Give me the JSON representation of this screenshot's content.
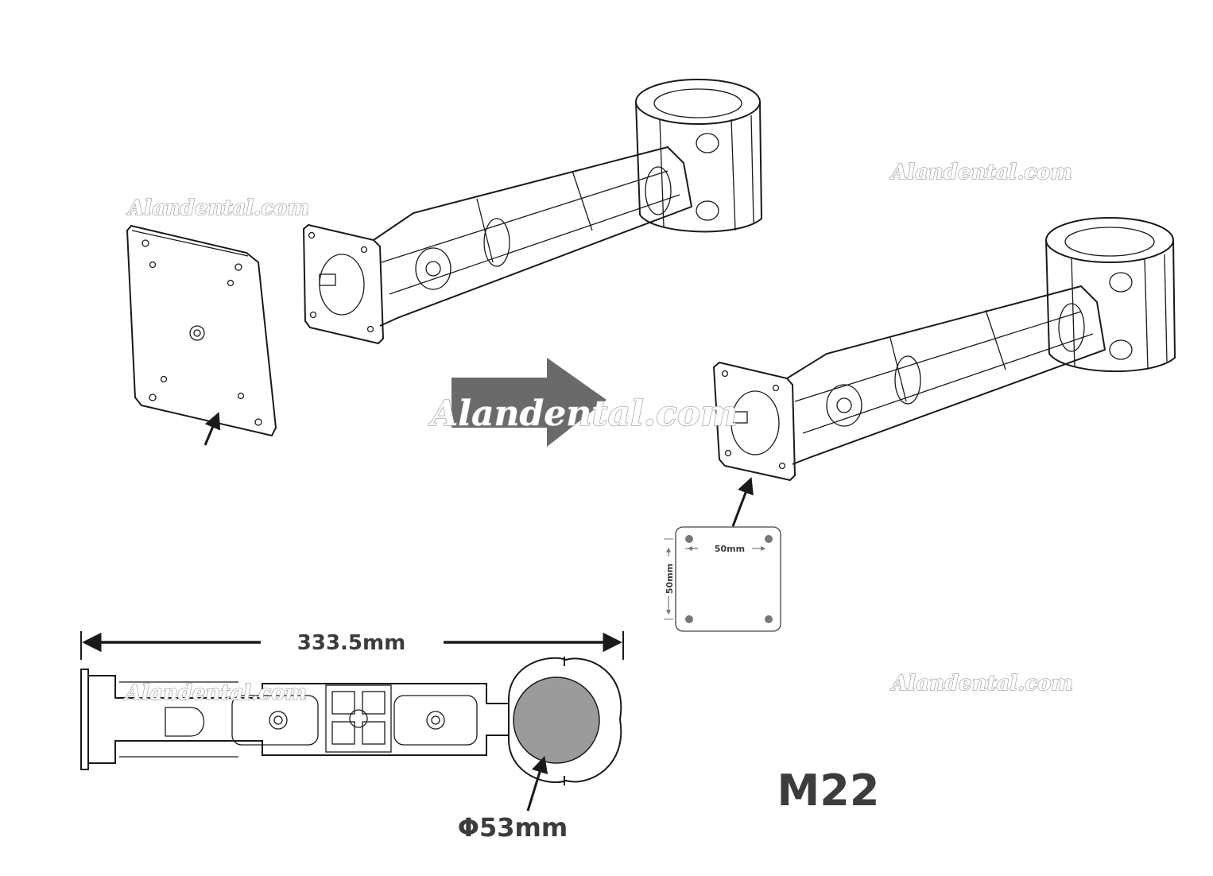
{
  "watermark": "Alandental.com",
  "model_label": "M22",
  "dimensions": {
    "length": "333.5mm",
    "diameter": "Φ53mm",
    "vesa_width": "50mm",
    "vesa_height": "50mm"
  },
  "colors": {
    "arrow": "#6a6a6a",
    "dim_text": "#3c3c3c",
    "pole_fill": "#9b9b9b",
    "line": "#1a1a1a"
  }
}
